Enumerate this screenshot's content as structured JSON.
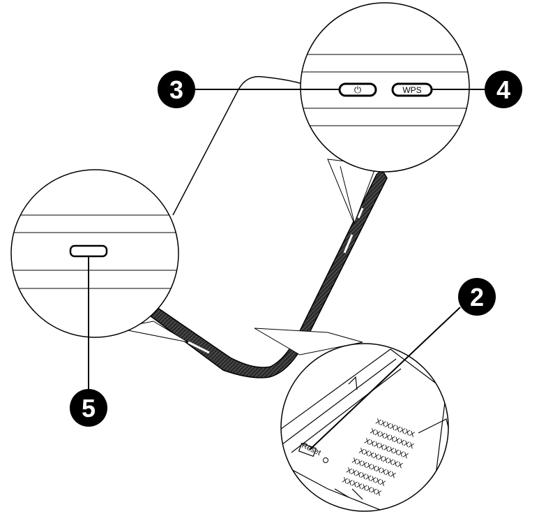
{
  "callouts": [
    {
      "id": "3",
      "number": "3"
    },
    {
      "id": "4",
      "number": "4"
    },
    {
      "id": "2",
      "number": "2"
    },
    {
      "id": "5",
      "number": "5"
    }
  ],
  "buttons": {
    "power_symbol": "⏻",
    "wps_label": "WPS"
  },
  "reset_label": "Reset",
  "serial_rows": [
    "XXXXXXXX",
    "XXXXXXXXX",
    "XXXXXXXXX",
    "XXXXXXXXX",
    "XXXXXXXXX",
    "XXXXXXXX",
    "XXXXXXXX"
  ],
  "colors": {
    "line": "#000000",
    "device_body": "#3a3a3a",
    "callout_fill": "#000000"
  }
}
